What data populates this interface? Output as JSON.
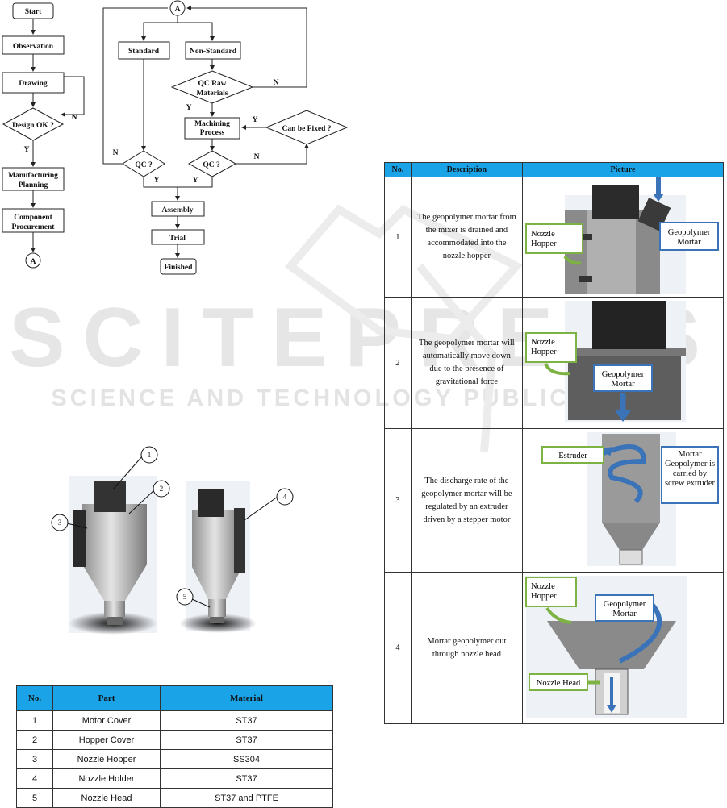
{
  "flowchart": {
    "start": "Start",
    "observation": "Observation",
    "drawing": "Drawing",
    "design_ok": "Design OK ?",
    "manufacturing_planning": [
      "Manufacturing",
      "Planning"
    ],
    "component_procurement": [
      "Component",
      "Procurement"
    ],
    "connector": "A",
    "standard": "Standard",
    "non_standard": "Non-Standard",
    "qc_raw": [
      "QC Raw",
      "Materials"
    ],
    "machining": [
      "Machining",
      "Process"
    ],
    "can_be_fixed": "Can be Fixed ?",
    "qc": "QC ?",
    "assembly": "Assembly",
    "trial": "Trial",
    "finished": "Finished",
    "yes": "Y",
    "no": "N"
  },
  "callouts": [
    "1",
    "2",
    "3",
    "4",
    "5"
  ],
  "parts_table": {
    "headers": [
      "No.",
      "Part",
      "Material"
    ],
    "rows": [
      [
        "1",
        "Motor Cover",
        "ST37"
      ],
      [
        "2",
        "Hopper Cover",
        "ST37"
      ],
      [
        "3",
        "Nozzle Hopper",
        "SS304"
      ],
      [
        "4",
        "Nozzle Holder",
        "ST37"
      ],
      [
        "5",
        "Nozzle Head",
        "ST37 and PTFE"
      ]
    ]
  },
  "process_table": {
    "headers": [
      "No.",
      "Description",
      "Picture"
    ],
    "rows": [
      {
        "no": "1",
        "desc": "The geopolymer mortar from the mixer is drained and accommodated into the nozzle hopper",
        "labels": [
          "Nozzle Hopper",
          "Geopolymer Mortar"
        ]
      },
      {
        "no": "2",
        "desc": "The geopolymer mortar will automatically move down due to the presence of gravitational force",
        "labels": [
          "Nozzle Hopper",
          "Geopolymer Mortar"
        ]
      },
      {
        "no": "3",
        "desc": "The discharge rate of the geopolymer mortar will be regulated by an extruder driven by a stepper motor",
        "labels": [
          "Estruder",
          "Mortar Geopolymer is carried by screw extruder"
        ]
      },
      {
        "no": "4",
        "desc": "Mortar geopolymer out through nozzle head",
        "labels": [
          "Nozzle Hopper",
          "Geopolymer Mortar",
          "Nozzle Head"
        ]
      }
    ]
  },
  "watermark": {
    "line1": "SCITEPRESS",
    "line2": "SCIENCE AND TECHNOLOGY PUBLICATIONS"
  }
}
